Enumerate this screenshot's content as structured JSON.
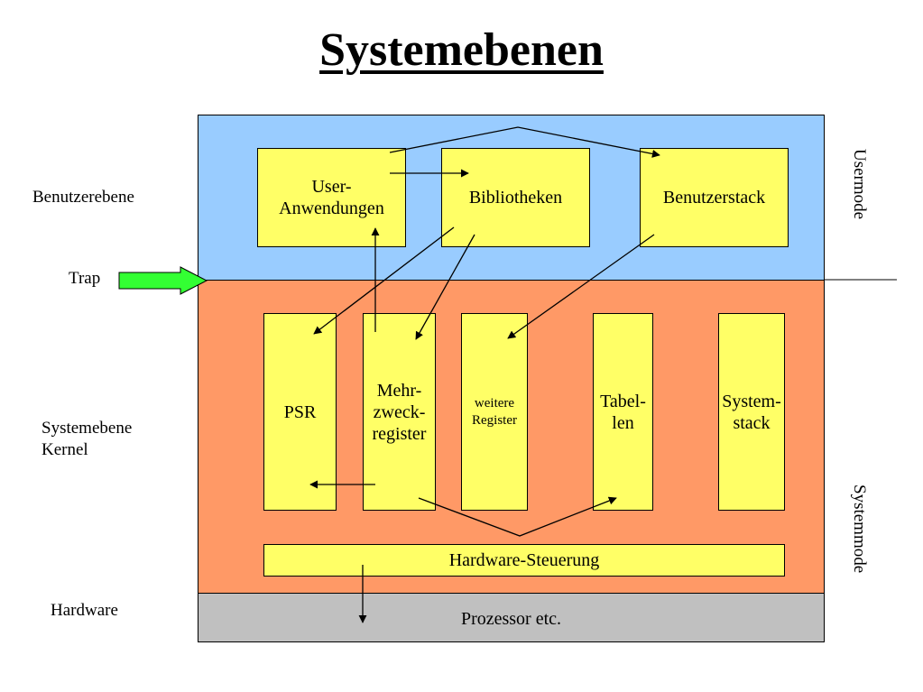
{
  "title": "Systemebenen",
  "labels": {
    "benutzerebene": "Benutzerebene",
    "trap": "Trap",
    "systemebene": "Systemebene\nKernel",
    "hardware": "Hardware",
    "usermode": "Usermode",
    "systemmode": "Systemmode"
  },
  "boxes": {
    "user_anwendungen": "User-\nAnwendungen",
    "bibliotheken": "Bibliotheken",
    "benutzerstack": "Benutzerstack",
    "psr": "PSR",
    "mehrzweckregister": "Mehr-\nzweck-\nregister",
    "weitere_register": "weitere\nRegister",
    "tabellen": "Tabel-\nlen",
    "systemstack": "System-\nstack",
    "hardware_steuerung": "Hardware-Steuerung",
    "prozessor": "Prozessor etc."
  },
  "colors": {
    "user_zone": "#99ccff",
    "system_zone": "#ff9966",
    "hardware_zone": "#c0c0c0",
    "box_fill": "#ffff66",
    "trap_arrow": "#33ff33"
  }
}
